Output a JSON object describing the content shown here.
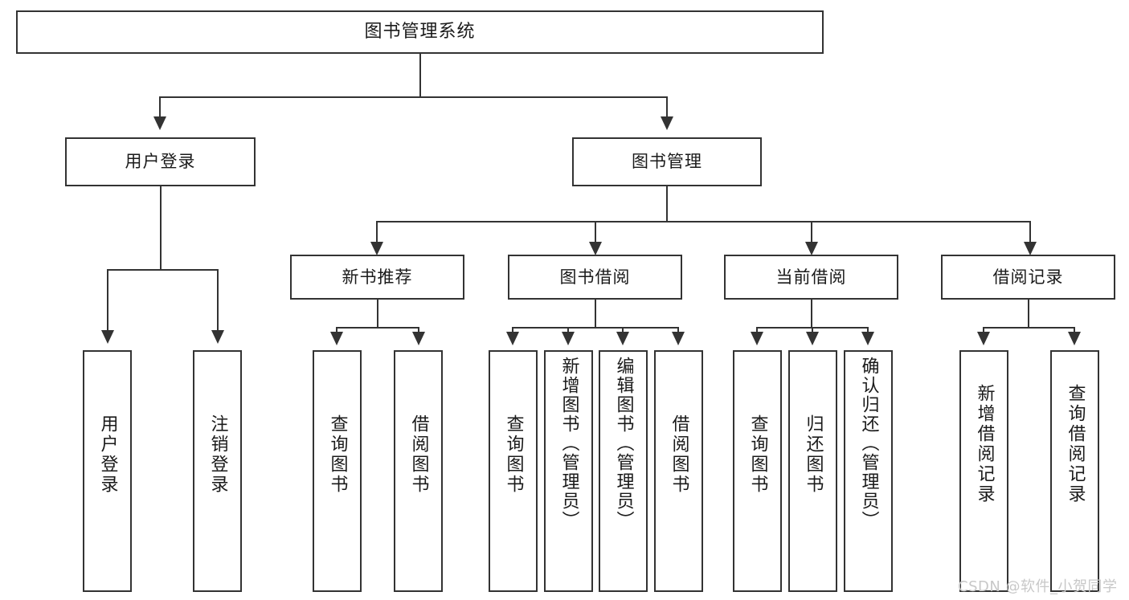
{
  "diagram": {
    "title": "图书管理系统",
    "type": "tree-hierarchy-diagram",
    "watermark": "CSDN @软件_小贺同学",
    "colors": {
      "box_border": "#333333",
      "box_fill": "#ffffff",
      "connector": "#333333",
      "text": "#1a1a1a",
      "watermark": "#c8c8c8",
      "background": "#ffffff"
    },
    "root": {
      "label": "图书管理系统"
    },
    "level2": [
      {
        "label": "用户登录"
      },
      {
        "label": "图书管理"
      }
    ],
    "level3": [
      {
        "label": "新书推荐"
      },
      {
        "label": "图书借阅"
      },
      {
        "label": "当前借阅"
      },
      {
        "label": "借阅记录"
      }
    ],
    "leaves": {
      "user_login": [
        {
          "label": "用户登录"
        },
        {
          "label": "注销登录"
        }
      ],
      "new_book_recommend": [
        {
          "label": "查询图书"
        },
        {
          "label": "借阅图书"
        }
      ],
      "book_borrow": [
        {
          "label": "查询图书"
        },
        {
          "label": "新增图书（管理员）"
        },
        {
          "label": "编辑图书（管理员）"
        },
        {
          "label": "借阅图书"
        }
      ],
      "current_borrow": [
        {
          "label": "查询图书"
        },
        {
          "label": "归还图书"
        },
        {
          "label": "确认归还（管理员）"
        }
      ],
      "borrow_record": [
        {
          "label": "新增借阅记录"
        },
        {
          "label": "查询借阅记录"
        }
      ]
    }
  }
}
